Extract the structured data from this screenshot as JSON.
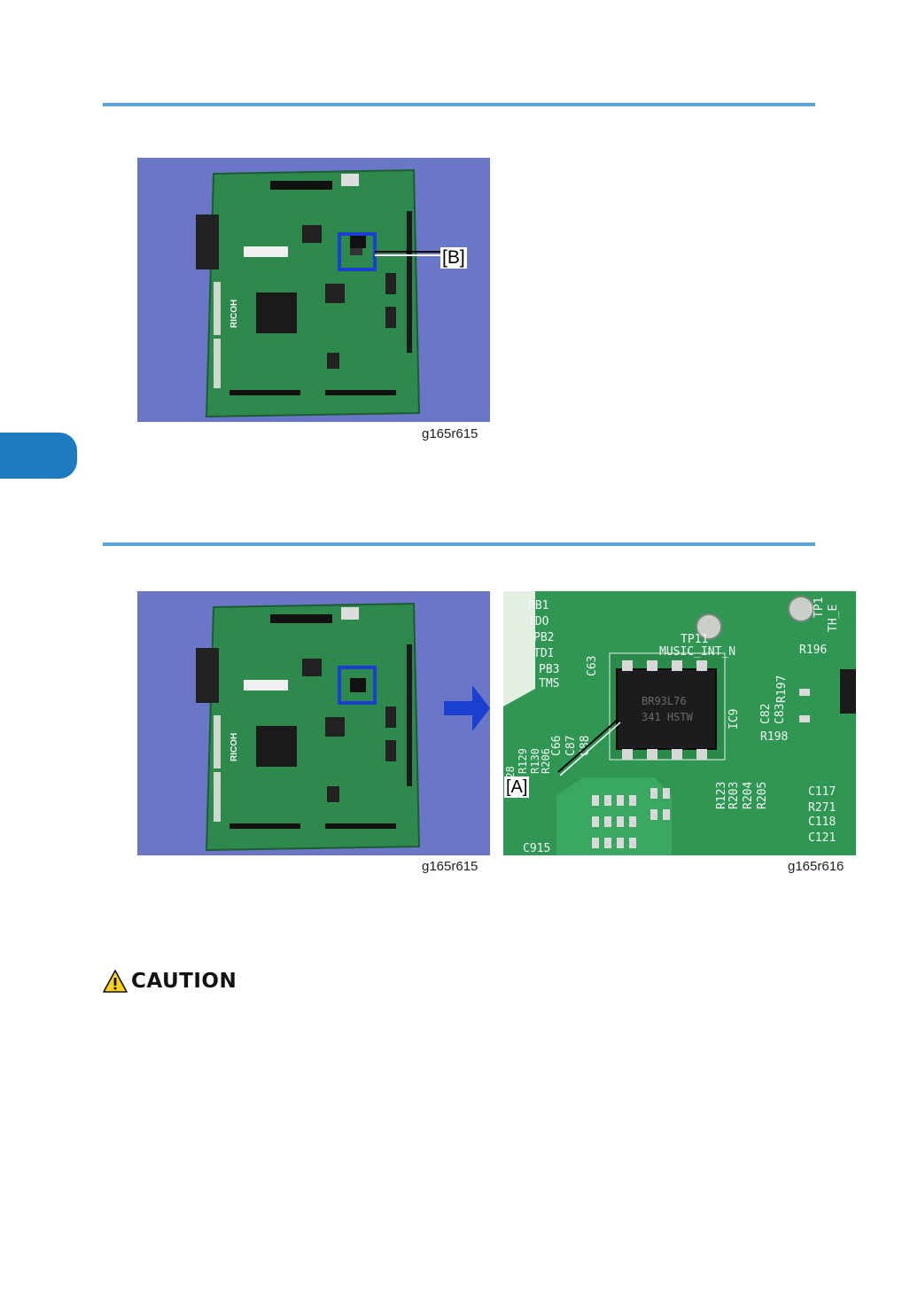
{
  "figures": [
    {
      "id": "fig1",
      "caption": "g165r615",
      "callout": "[B]"
    },
    {
      "id": "fig2",
      "caption": "g165r615"
    },
    {
      "id": "fig3",
      "caption": "g165r616",
      "callout": "[A]",
      "silkscreen": [
        "PB1",
        "TDO",
        "PB2",
        "TDI",
        "PB3",
        "TMS",
        "C63",
        "TP11",
        "MUSIC_INT_N",
        "R196",
        "R197",
        "C82",
        "C83",
        "R198",
        "IC9",
        "TP1",
        "TH_E",
        "C66",
        "C87",
        "C88",
        "R123",
        "R203",
        "R204",
        "R205",
        "C117",
        "R271",
        "C118",
        "C121",
        "C915",
        "R128",
        "R129",
        "R130",
        "R206"
      ],
      "chip_marking": [
        "BR93L76",
        "341 HSTW"
      ]
    }
  ],
  "board_logo": "RICOH",
  "caution": {
    "label": "CAUTION",
    "icon": "warning-triangle-icon"
  },
  "colors": {
    "rule": "#5aa3d6",
    "tab": "#1f7bbf",
    "highlight": "#1a3fd1",
    "pcb": "#2e8a4c",
    "photo_bg": "#6a77c6"
  }
}
